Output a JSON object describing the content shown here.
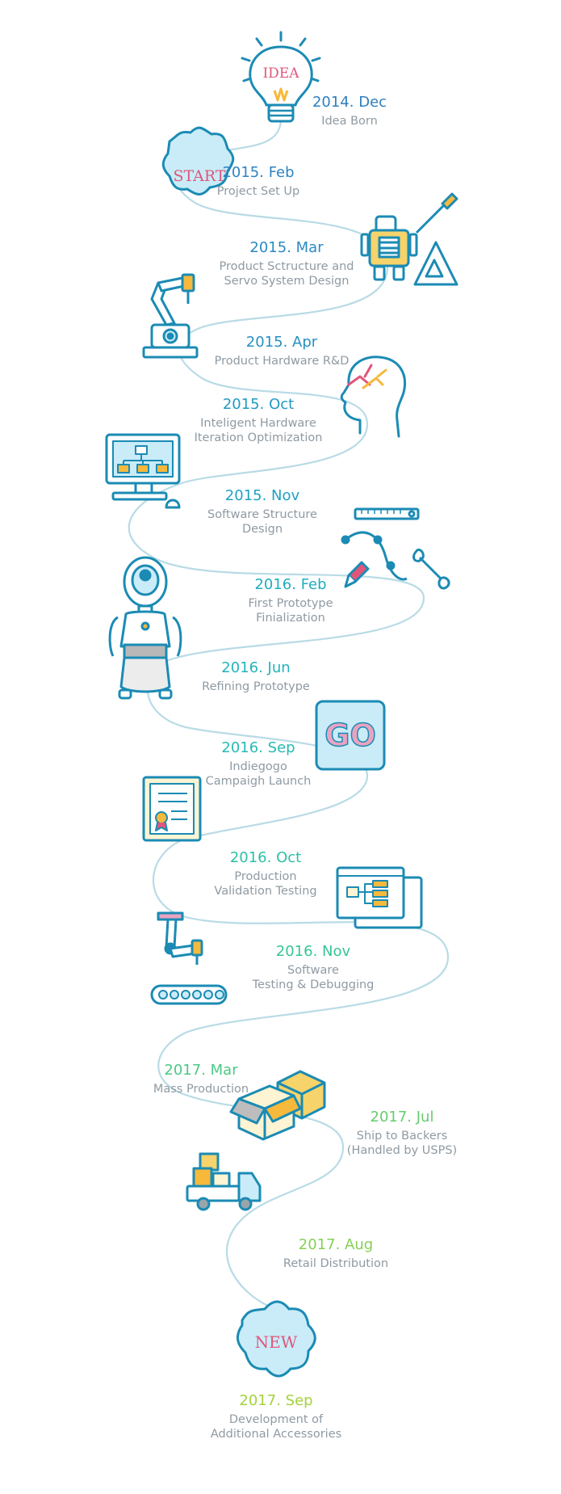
{
  "colors": {
    "path": "#b9dbe6",
    "outline": "#1b8bb4",
    "accent_yellow": "#f6b93b",
    "accent_pink": "#e0567a",
    "light_blue": "#c9ecf8"
  },
  "milestones": [
    {
      "date": "2014. Dec",
      "desc_1": "Idea Born",
      "desc_2": "",
      "date_color": "#2f7fbf",
      "icon": "lightbulb-idea-icon"
    },
    {
      "date": "2015. Feb",
      "desc_1": "Project Set Up",
      "desc_2": "",
      "date_color": "#2f84c2",
      "icon": "start-badge-icon"
    },
    {
      "date": "2015. Mar",
      "desc_1": "Product Sctructure and",
      "desc_2": "Servo System Design",
      "date_color": "#2a8ac2",
      "icon": "robot-drafting-icon"
    },
    {
      "date": "2015. Apr",
      "desc_1": "Product Hardware R&D",
      "desc_2": "",
      "date_color": "#2691c2",
      "icon": "robotic-arm-icon"
    },
    {
      "date": "2015. Oct",
      "desc_1": "Inteligent Hardware",
      "desc_2": "Iteration Optimization",
      "date_color": "#219ac3",
      "icon": "head-brain-icon"
    },
    {
      "date": "2015. Nov",
      "desc_1": "Software Structure",
      "desc_2": "Design",
      "date_color": "#1fa2c2",
      "icon": "computer-flowchart-icon"
    },
    {
      "date": "2016. Feb",
      "desc_1": "First Prototype",
      "desc_2": "Finialization",
      "date_color": "#20acc0",
      "icon": "design-tools-icon"
    },
    {
      "date": "2016. Jun",
      "desc_1": "Refining Prototype",
      "desc_2": "",
      "date_color": "#22b3bb",
      "icon": "humanoid-robot-icon"
    },
    {
      "date": "2016. Sep",
      "desc_1": "Indiegogo",
      "desc_2": "Campaigh Launch",
      "date_color": "#27bab2",
      "icon": "go-badge-icon"
    },
    {
      "date": "2016. Oct",
      "desc_1": "Production",
      "desc_2": "Validation Testing",
      "date_color": "#2ebfa6",
      "icon": "certificate-icon"
    },
    {
      "date": "2016. Nov",
      "desc_1": "Software",
      "desc_2": "Testing & Debugging",
      "date_color": "#38c498",
      "icon": "software-window-icon"
    },
    {
      "date": "2017. Mar",
      "desc_1": "Mass Production",
      "desc_2": "",
      "date_color": "#4cc886",
      "icon": "assembly-line-icon"
    },
    {
      "date": "2017. Jul",
      "desc_1": "Ship to Backers",
      "desc_2": "(Handled by USPS)",
      "date_color": "#66cc6f",
      "icon": "boxes-icon"
    },
    {
      "date": "2017. Aug",
      "desc_1": "Retail Distribution",
      "desc_2": "",
      "date_color": "#86cf55",
      "icon": "delivery-truck-icon"
    },
    {
      "date": "2017. Sep",
      "desc_1": "Development of",
      "desc_2": "Additional Accessories",
      "date_color": "#a4d23c",
      "icon": "new-badge-icon"
    }
  ],
  "badges": {
    "idea": "IDEA",
    "start": "START",
    "go": "GO",
    "new": "NEW"
  }
}
